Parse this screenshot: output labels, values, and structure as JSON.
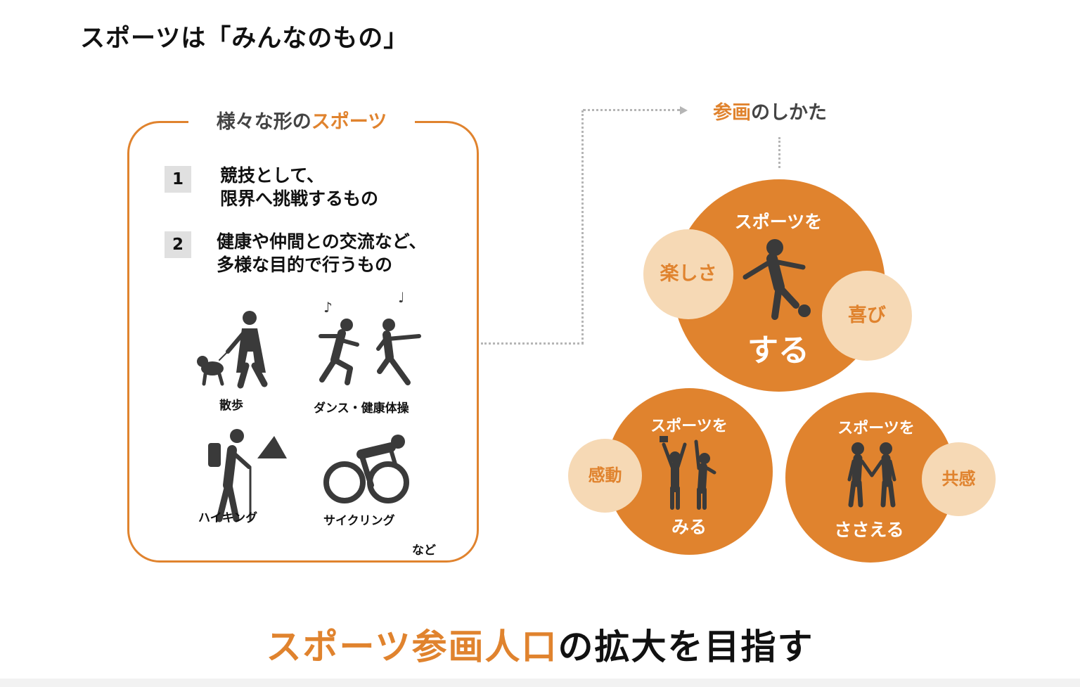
{
  "title": "スポーツは「みんなのもの」",
  "box": {
    "heading_plain": "様々な形の",
    "heading_accent": "スポーツ",
    "items": [
      {
        "num": "1",
        "line1": "競技として、",
        "line2": "限界へ挑戦するもの"
      },
      {
        "num": "2",
        "line1": "健康や仲間との交流など、",
        "line2": "多様な目的で行うもの"
      }
    ],
    "activities": {
      "walk": "散歩",
      "dance": "ダンス・健康体操",
      "hike": "ハイキング",
      "cycle": "サイクリング"
    },
    "etc": "など"
  },
  "participation": {
    "label_accent": "参画",
    "label_plain": "のしかた",
    "do": {
      "top": "スポーツを",
      "main": "する",
      "left": "楽しさ",
      "right": "喜び"
    },
    "watch": {
      "top": "スポーツを",
      "main": "みる",
      "left": "感動"
    },
    "support": {
      "top": "スポーツを",
      "main": "ささえる",
      "right": "共感"
    }
  },
  "goal": {
    "accent": "スポーツ参画人口",
    "plain": "の拡大を目指す"
  },
  "colors": {
    "accent": "#e0832e",
    "light": "#f6d9b5",
    "icon": "#3a3a3a"
  }
}
